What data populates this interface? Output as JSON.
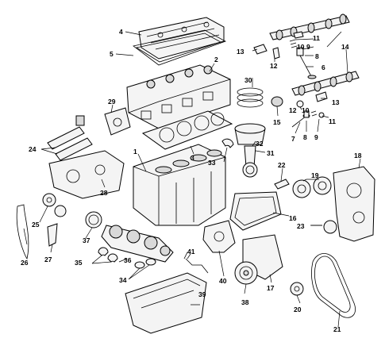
{
  "diagram": {
    "callouts": [
      {
        "id": "c1",
        "text": "1"
      },
      {
        "id": "c2",
        "text": "2"
      },
      {
        "id": "c3",
        "text": "3"
      },
      {
        "id": "c4",
        "text": "4"
      },
      {
        "id": "c5",
        "text": "5"
      },
      {
        "id": "c6",
        "text": "6"
      },
      {
        "id": "c7",
        "text": "7"
      },
      {
        "id": "c8a",
        "text": "8"
      },
      {
        "id": "c8b",
        "text": "8"
      },
      {
        "id": "c9a",
        "text": "9"
      },
      {
        "id": "c9b",
        "text": "9"
      },
      {
        "id": "c10a",
        "text": "10"
      },
      {
        "id": "c10b",
        "text": "10"
      },
      {
        "id": "c11a",
        "text": "11"
      },
      {
        "id": "c11b",
        "text": "11"
      },
      {
        "id": "c12a",
        "text": "12"
      },
      {
        "id": "c12b",
        "text": "12"
      },
      {
        "id": "c13a",
        "text": "13"
      },
      {
        "id": "c13b",
        "text": "13"
      },
      {
        "id": "c14",
        "text": "14"
      },
      {
        "id": "c15",
        "text": "15"
      },
      {
        "id": "c16",
        "text": "16"
      },
      {
        "id": "c17",
        "text": "17"
      },
      {
        "id": "c18",
        "text": "18"
      },
      {
        "id": "c19",
        "text": "19"
      },
      {
        "id": "c20",
        "text": "20"
      },
      {
        "id": "c21",
        "text": "21"
      },
      {
        "id": "c22",
        "text": "22"
      },
      {
        "id": "c23",
        "text": "23"
      },
      {
        "id": "c24",
        "text": "24"
      },
      {
        "id": "c25",
        "text": "25"
      },
      {
        "id": "c26",
        "text": "26"
      },
      {
        "id": "c27",
        "text": "27"
      },
      {
        "id": "c28",
        "text": "28"
      },
      {
        "id": "c29",
        "text": "29"
      },
      {
        "id": "c30",
        "text": "30"
      },
      {
        "id": "c31",
        "text": "31"
      },
      {
        "id": "c32",
        "text": "32"
      },
      {
        "id": "c33",
        "text": "33"
      },
      {
        "id": "c34",
        "text": "34"
      },
      {
        "id": "c35",
        "text": "35"
      },
      {
        "id": "c36",
        "text": "36"
      },
      {
        "id": "c37",
        "text": "37"
      },
      {
        "id": "c38",
        "text": "38"
      },
      {
        "id": "c39",
        "text": "39"
      },
      {
        "id": "c40",
        "text": "40"
      },
      {
        "id": "c41",
        "text": "41"
      }
    ]
  }
}
